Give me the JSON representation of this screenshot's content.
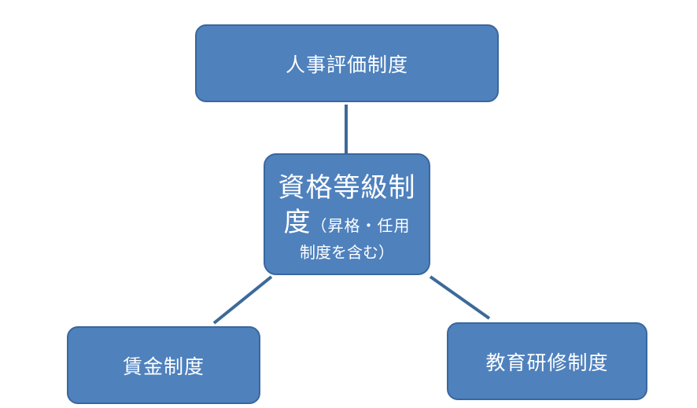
{
  "diagram": {
    "nodes": {
      "top": {
        "label": "人事評価制度"
      },
      "center": {
        "line1": "資格等級制",
        "line2_main": "度",
        "line2_sub": "（昇格・任用",
        "line3": "制度を含む）"
      },
      "left": {
        "label": "賃金制度"
      },
      "right": {
        "label": "教育研修制度"
      }
    },
    "colors": {
      "node_fill": "#4f81bd",
      "node_border": "#3a679e",
      "connector": "#3c6a99",
      "text": "#ffffff"
    }
  }
}
